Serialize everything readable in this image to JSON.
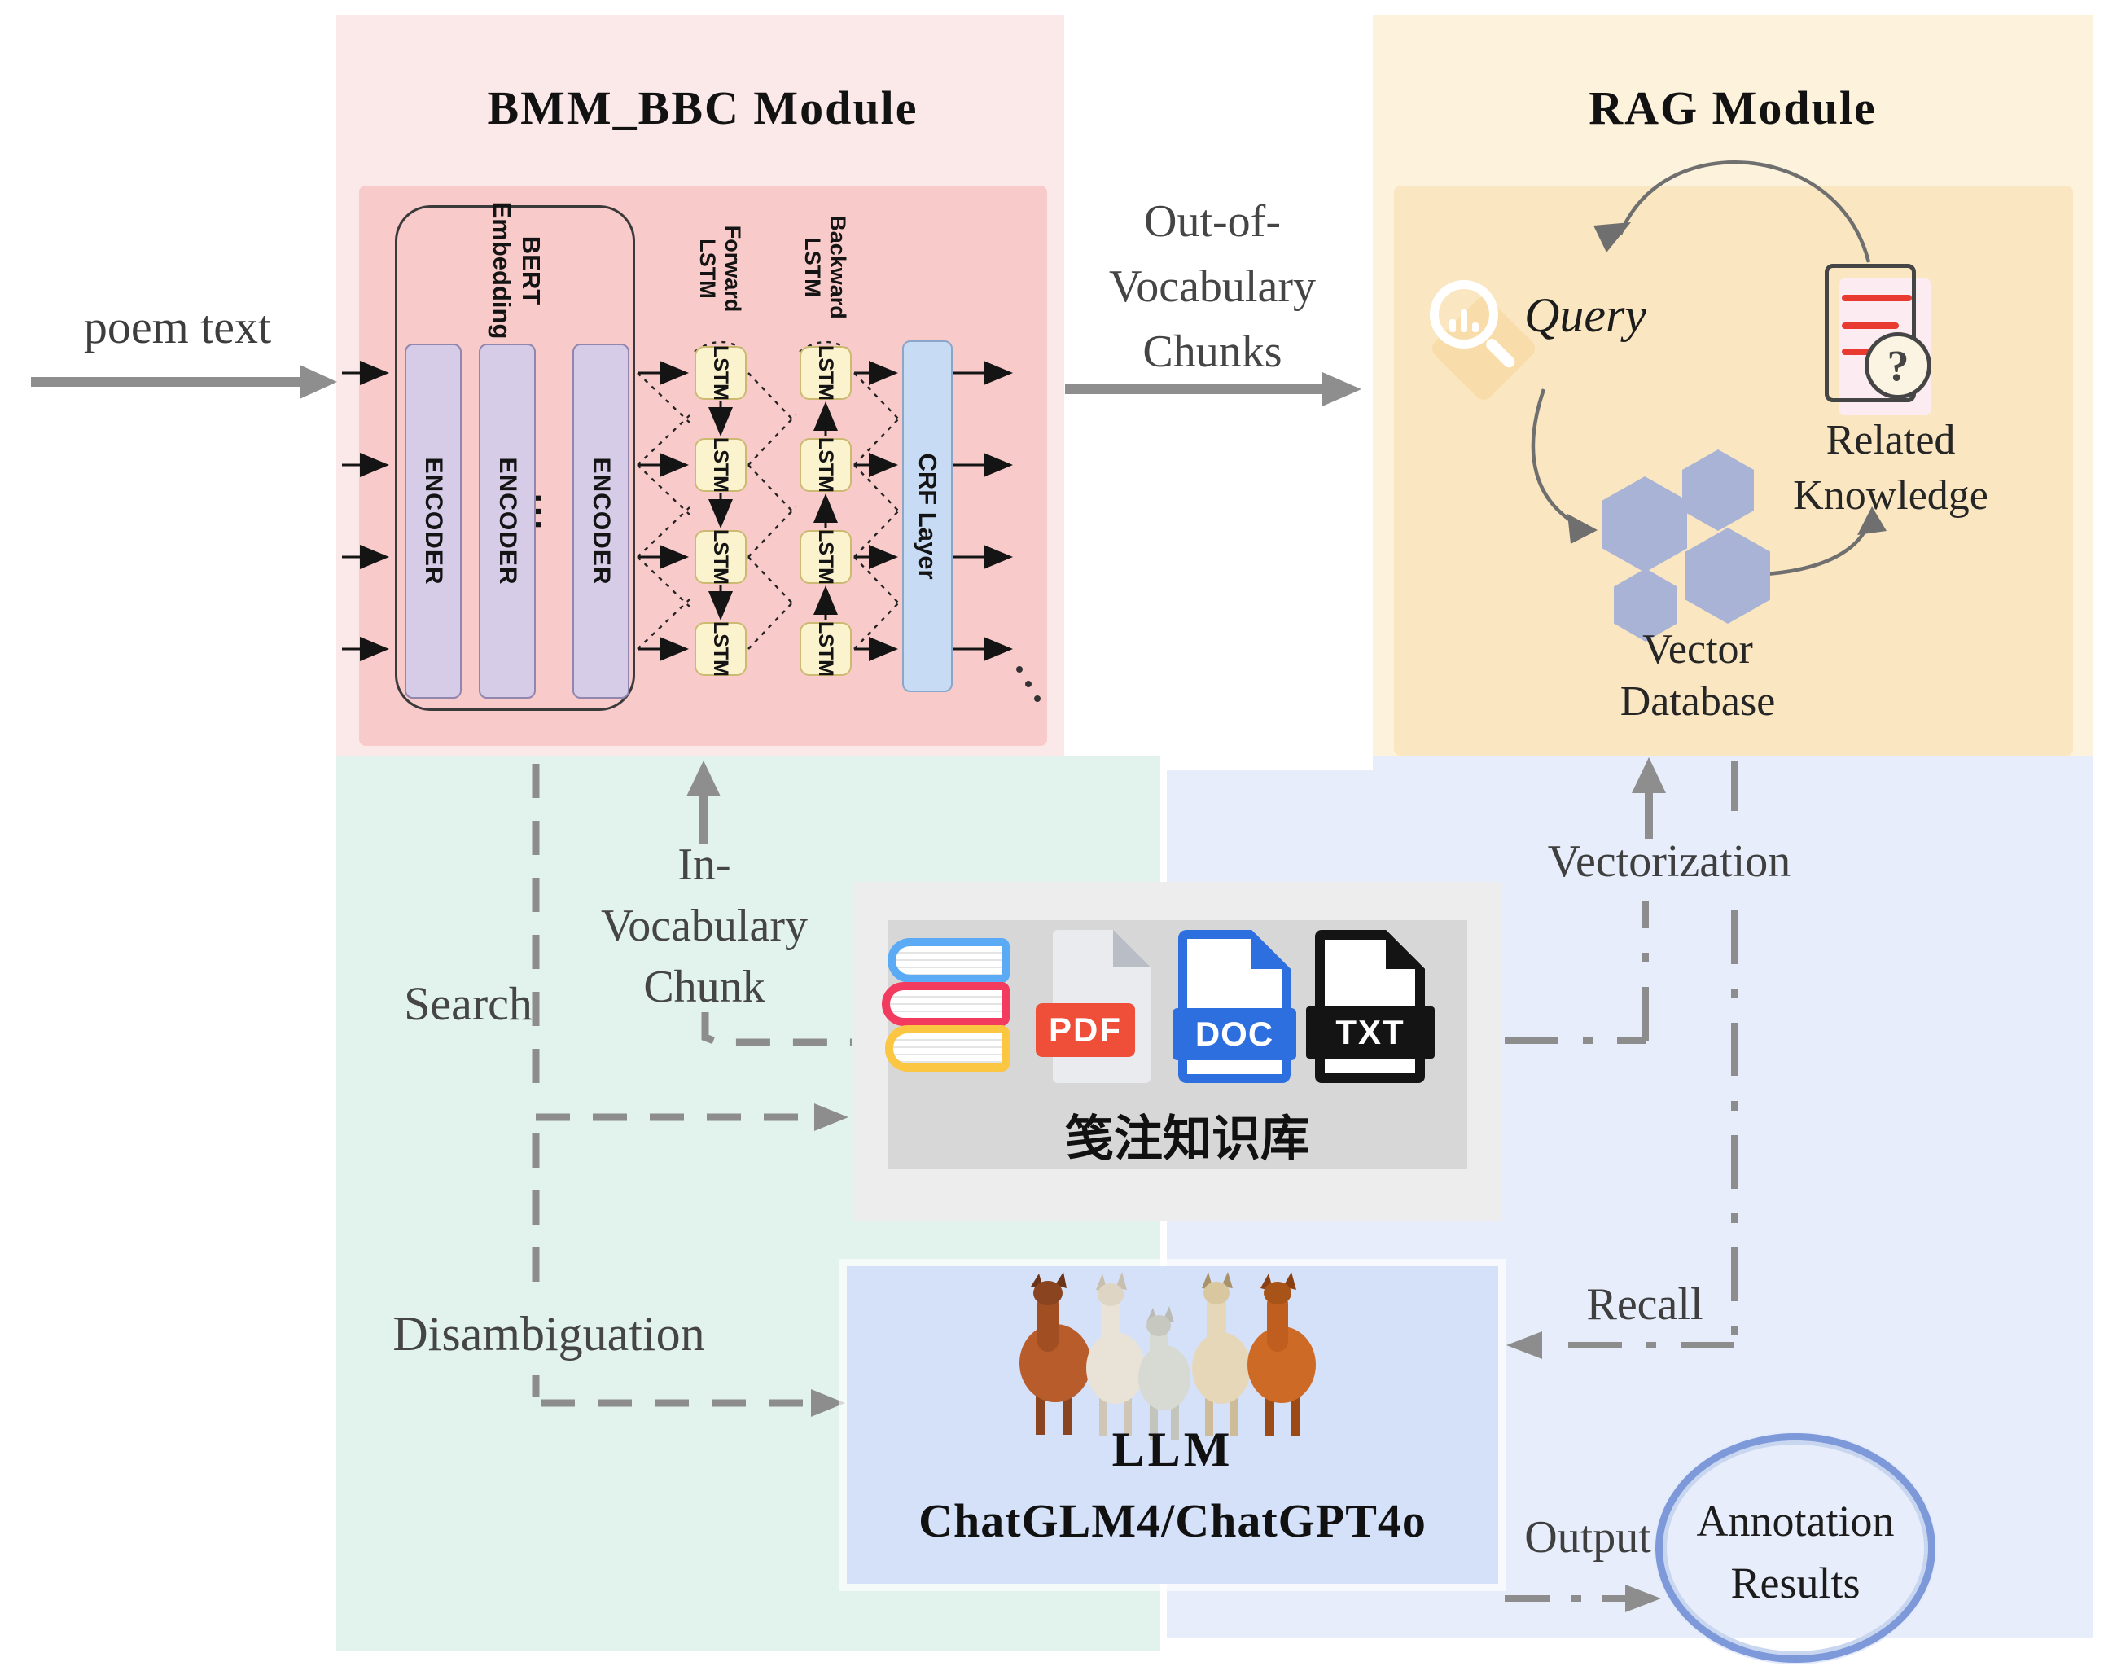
{
  "titles": {
    "bmm": "BMM_BBC Module",
    "rag": "RAG Module"
  },
  "bmm": {
    "bert_label": "BERT\nEmbedding",
    "encoder_label": "ENCODER",
    "encoder_dots": "...",
    "forward_label": "Forward LSTM",
    "backward_label": "Backward LSTM",
    "lstm_label": "LSTM",
    "crf_label": "CRF Layer"
  },
  "rag": {
    "query_label": "Query",
    "related_label": "Related\nKnowledge",
    "vector_label": "Vector\nDatabase"
  },
  "flow_labels": {
    "poem": "poem text",
    "oov": "Out-of-\nVocabulary\nChunks",
    "invoc": "In-\nVocabulary\nChunk",
    "search": "Search",
    "disambiguation": "Disambiguation",
    "vectorization": "Vectorization",
    "recall": "Recall",
    "output": "Output"
  },
  "knowledge": {
    "caption": "笺注知识库",
    "pdf_badge": "PDF",
    "doc_badge": "DOC",
    "txt_badge": "TXT",
    "icons": [
      "books-stack-icon",
      "pdf-file-icon",
      "doc-file-icon",
      "txt-file-icon"
    ]
  },
  "llm": {
    "line1": "LLM",
    "line2": "ChatGLM4/ChatGPT4o"
  },
  "annotation": {
    "line1": "Annotation",
    "line2": "Results"
  },
  "colors": {
    "bmm_outer": "#fbe8e8",
    "bmm_inner": "#f9caca",
    "rag_outer": "#fdf2dc",
    "rag_inner": "#fae6c1",
    "mint_panel": "#e1f3ec",
    "blue_panel": "#e7edfa",
    "llm_box": "#d5e1f8",
    "knowledge_outer": "#ededed",
    "knowledge_inner": "#d7d7d7",
    "encoder_fill": "#d6cce7",
    "lstm_fill": "#fbf3cd",
    "crf_fill": "#c7dcf4",
    "gray_line": "#8d8d8d",
    "cube_blue": "#a9b3d6",
    "pdf_red": "#ef4f38",
    "doc_blue": "#2e6fe0",
    "txt_black": "#141414",
    "annotation_ring": "#7d99da",
    "red_line": "#e83a30"
  }
}
